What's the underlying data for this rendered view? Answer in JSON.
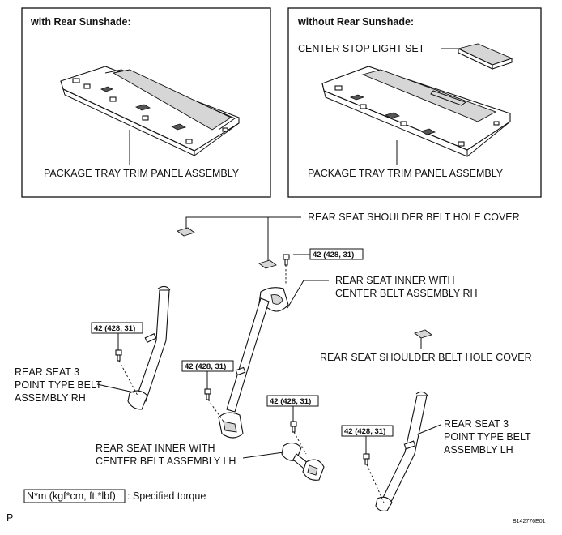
{
  "panels": {
    "left": {
      "header": "with Rear Sunshade:",
      "label": "PACKAGE TRAY TRIM PANEL ASSEMBLY"
    },
    "right": {
      "header": "without Rear Sunshade:",
      "center_stop_light": "CENTER STOP LIGHT SET",
      "label": "PACKAGE TRAY TRIM PANEL ASSEMBLY"
    }
  },
  "labels": {
    "shoulder_cover_top": "REAR SEAT SHOULDER BELT HOLE COVER",
    "inner_rh_line1": "REAR SEAT INNER WITH",
    "inner_rh_line2": "CENTER BELT ASSEMBLY RH",
    "shoulder_cover_mid": "REAR SEAT SHOULDER BELT HOLE COVER",
    "three_point_rh_line1": "REAR SEAT 3",
    "three_point_rh_line2": "POINT TYPE BELT",
    "three_point_rh_line3": "ASSEMBLY RH",
    "inner_lh_line1": "REAR SEAT INNER WITH",
    "inner_lh_line2": "CENTER BELT ASSEMBLY LH",
    "three_point_lh_line1": "REAR SEAT 3",
    "three_point_lh_line2": "POINT TYPE BELT",
    "three_point_lh_line3": "ASSEMBLY LH"
  },
  "torque": {
    "top": "42 (428, 31)",
    "rh_left": "42 (428, 31)",
    "center_lower": "42 (428, 31)",
    "inner_lh": "42 (428, 31)",
    "lh": "42 (428, 31)"
  },
  "legend": {
    "unit": "N*m (kgf*cm, ft.*lbf)",
    "text": ": Specified torque"
  },
  "footer": {
    "left_mark": "P",
    "figure_id": "B142776E01"
  }
}
